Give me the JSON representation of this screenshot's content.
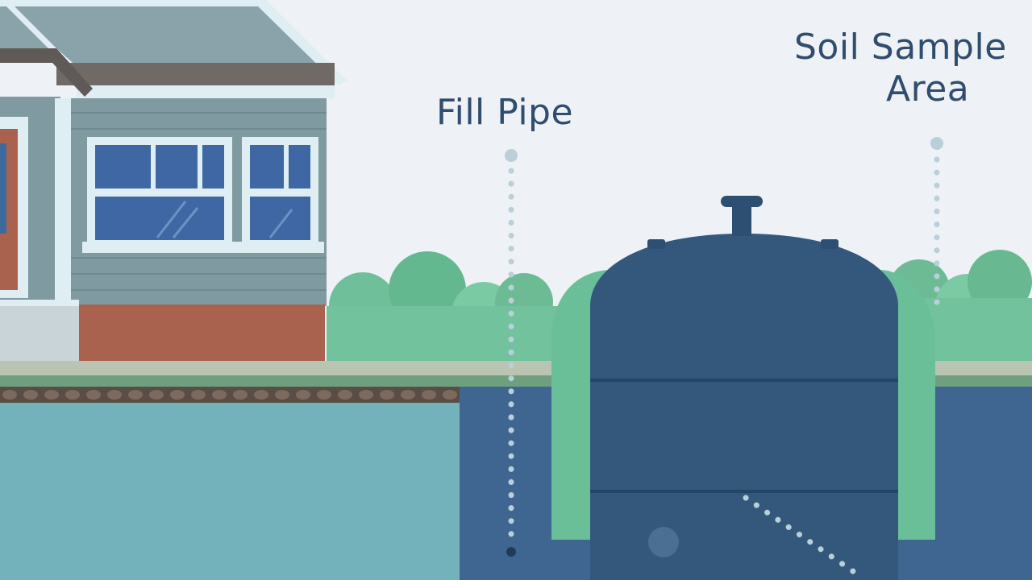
{
  "labels": {
    "fill_pipe": "Fill Pipe",
    "soil_sample_line1": "Soil Sample",
    "soil_sample_line2": "Area"
  },
  "colors": {
    "sky": "#eef1f5",
    "label_text": "#2f4d6e",
    "tank": "#33587c",
    "tank_seam": "#234566",
    "soil_dark": "#3f6690",
    "soil_light": "#73b1bb",
    "grass": "#6abf98",
    "house_siding": "#7f9aa0",
    "brick": "#a9624e",
    "roof": "#7f9ca3",
    "marker_dot": "#b9cfd9"
  }
}
